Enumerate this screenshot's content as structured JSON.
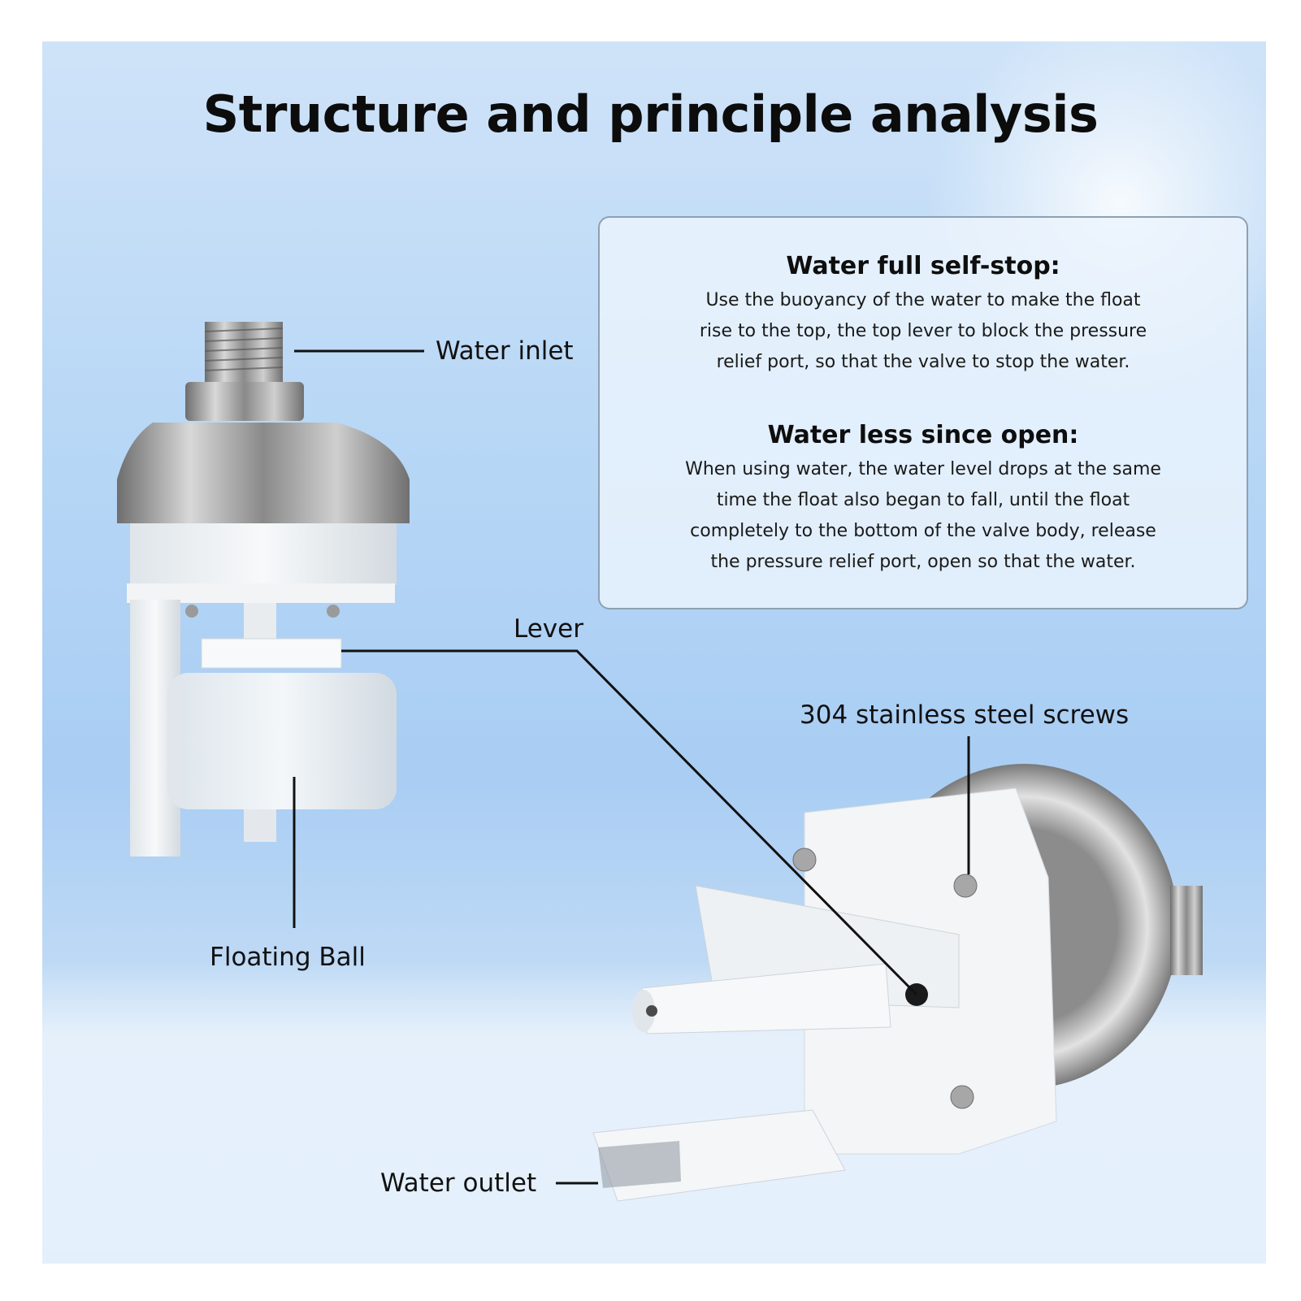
{
  "title": "Structure and principle analysis",
  "info": {
    "full_stop": {
      "heading": "Water full self-stop:",
      "lines": [
        "Use the buoyancy of the water to make the float",
        "rise to the top, the top lever to block the pressure",
        "relief port, so that the valve to stop the water."
      ]
    },
    "less_open": {
      "heading": "Water less since open:",
      "lines": [
        "When using water, the water level drops at the same",
        "time the float also began to fall, until the float",
        "completely to the bottom of the valve body, release",
        "the pressure relief port, open so that the water."
      ]
    }
  },
  "labels": {
    "water_inlet": "Water inlet",
    "lever": "Lever",
    "floating_ball": "Floating Ball",
    "screws": "304 stainless steel screws",
    "water_outlet": "Water outlet"
  },
  "colors": {
    "background": "#b9d8f6",
    "metal": "#a9a9a9",
    "plastic": "#eef1f3",
    "leader_line": "#111111"
  }
}
